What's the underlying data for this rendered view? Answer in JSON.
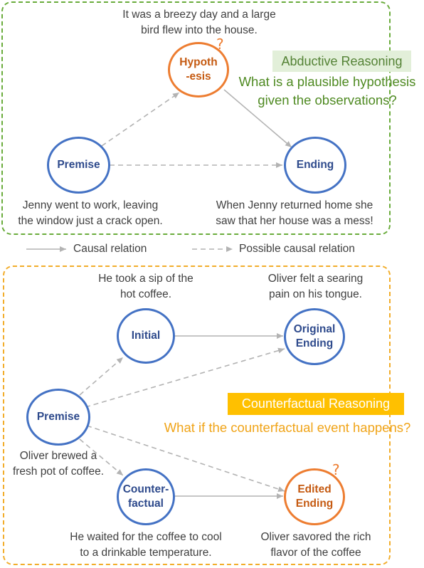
{
  "abductive": {
    "badge": "Abductive Reasoning",
    "question_line1": "What is a plausible hypothesis",
    "question_line2": "given the observations?",
    "hypothesis_text_line1": "It was a breezy day and a large",
    "hypothesis_text_line2": "bird flew into the house.",
    "premise_text_line1": "Jenny went to work, leaving",
    "premise_text_line2": "the window just a crack open.",
    "ending_text_line1": "When Jenny returned home she",
    "ending_text_line2": "saw that her house was a mess!",
    "nodes": {
      "hypothesis_line1": "Hypoth",
      "hypothesis_line2": "-esis",
      "premise": "Premise",
      "ending": "Ending"
    }
  },
  "legend": {
    "causal": "Causal relation",
    "possible": "Possible causal relation"
  },
  "counterfactual": {
    "badge": "Counterfactual Reasoning",
    "question": "What if the counterfactual event happens?",
    "initial_text_line1": "He took a sip of the",
    "initial_text_line2": "hot coffee.",
    "original_text_line1": "Oliver felt a searing",
    "original_text_line2": "pain on his tongue.",
    "premise_text_line1": "Oliver brewed a",
    "premise_text_line2": "fresh pot of coffee.",
    "cf_text_line1": "He waited for the coffee to cool",
    "cf_text_line2": "to a drinkable temperature.",
    "edited_text_line1": "Oliver savored the rich",
    "edited_text_line2": "flavor of the coffee",
    "nodes": {
      "initial": "Initial",
      "original_line1": "Original",
      "original_line2": "Ending",
      "premise": "Premise",
      "cf_line1": "Counter-",
      "cf_line2": "factual",
      "edited_line1": "Edited",
      "edited_line2": "Ending"
    }
  },
  "colors": {
    "node_blue": "#4472c4",
    "node_orange": "#ed7d31",
    "abductive_green": "#6aac3c",
    "counterfactual_yellow": "#ffc000",
    "arrow_gray": "#b3b3b3"
  }
}
